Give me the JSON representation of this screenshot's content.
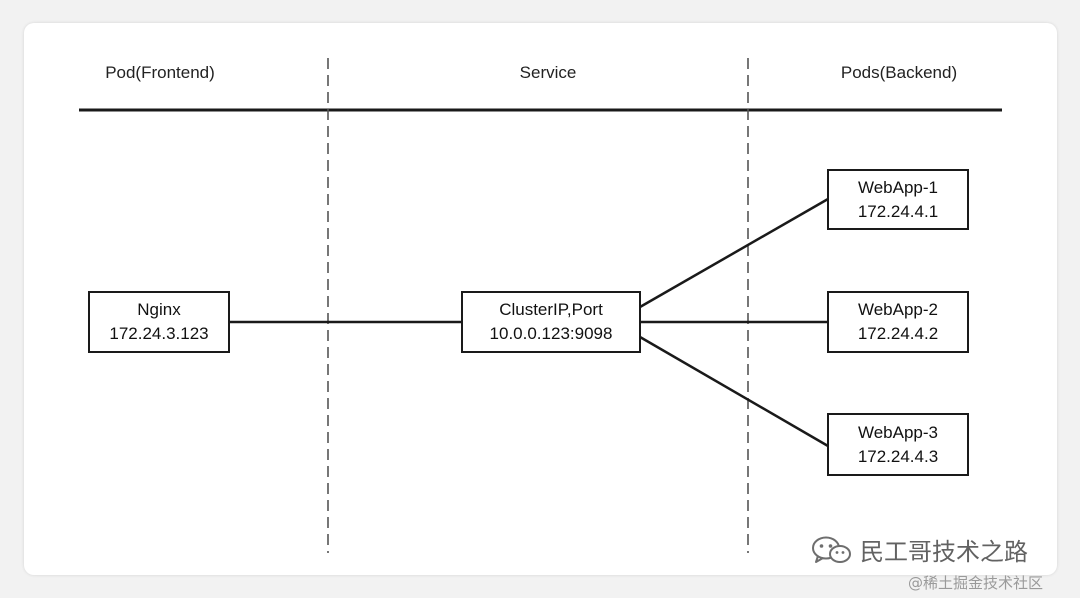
{
  "lanes": {
    "frontend": "Pod(Frontend)",
    "service": "Service",
    "backend": "Pods(Backend)"
  },
  "nodes": {
    "nginx": {
      "name": "Nginx",
      "ip": "172.24.3.123"
    },
    "service": {
      "name": "ClusterIP,Port",
      "ip": "10.0.0.123:9098"
    },
    "webapp1": {
      "name": "WebApp-1",
      "ip": "172.24.4.1"
    },
    "webapp2": {
      "name": "WebApp-2",
      "ip": "172.24.4.2"
    },
    "webapp3": {
      "name": "WebApp-3",
      "ip": "172.24.4.3"
    }
  },
  "watermark": {
    "text": "民工哥技术之路",
    "icon": "wechat-icon",
    "sub": "@稀土掘金技术社区"
  },
  "colors": {
    "line": "#1a1a1a",
    "dash": "#555555",
    "background": "#f2f2f2"
  }
}
